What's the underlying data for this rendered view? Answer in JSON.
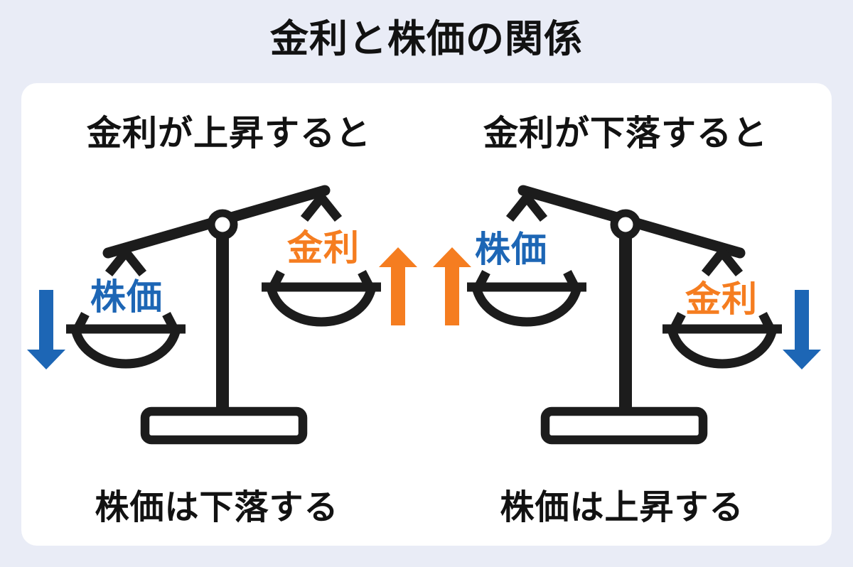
{
  "title": "金利と株価の関係",
  "colors": {
    "black": "#1c1c1c",
    "blue": "#1d66b5",
    "orange": "#f57d20",
    "page_bg": "#e9ecf6",
    "panel_bg": "#ffffff",
    "text": "#121212"
  },
  "scenarios": [
    {
      "id": "rate-up",
      "heading": "金利が上昇すると",
      "caption": "株価は下落する",
      "low_pan": {
        "label": "株価",
        "color": "blue",
        "position": "low"
      },
      "high_pan": {
        "label": "金利",
        "color": "orange",
        "position": "high"
      },
      "arrows": [
        {
          "direction": "down",
          "color": "blue",
          "meaning": "stock-price-falls"
        },
        {
          "direction": "up",
          "color": "orange",
          "meaning": "interest-rate-rises"
        }
      ]
    },
    {
      "id": "rate-down",
      "heading": "金利が下落すると",
      "caption": "株価は上昇する",
      "high_pan": {
        "label": "株価",
        "color": "blue",
        "position": "high"
      },
      "low_pan": {
        "label": "金利",
        "color": "orange",
        "position": "low"
      },
      "arrows": [
        {
          "direction": "up",
          "color": "orange",
          "meaning": "stock-price-rises"
        },
        {
          "direction": "down",
          "color": "blue",
          "meaning": "interest-rate-falls"
        }
      ]
    }
  ]
}
